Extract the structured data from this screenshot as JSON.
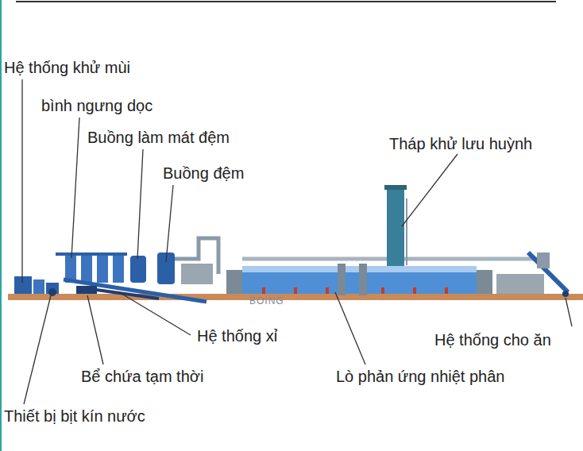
{
  "diagram": {
    "labels": [
      "Hệ thống khử mùi",
      "bình ngưng dọc",
      "Buồng làm mát đệm",
      "Buồng đệm",
      "Tháp khử lưu huỳnh",
      "Hệ thống xỉ",
      "Hệ thống cho ăn",
      "Bể chứa tạm thời",
      "Lò phản ứng nhiệt phân",
      "Thiết bị bịt kín nước",
      "BOING"
    ]
  }
}
